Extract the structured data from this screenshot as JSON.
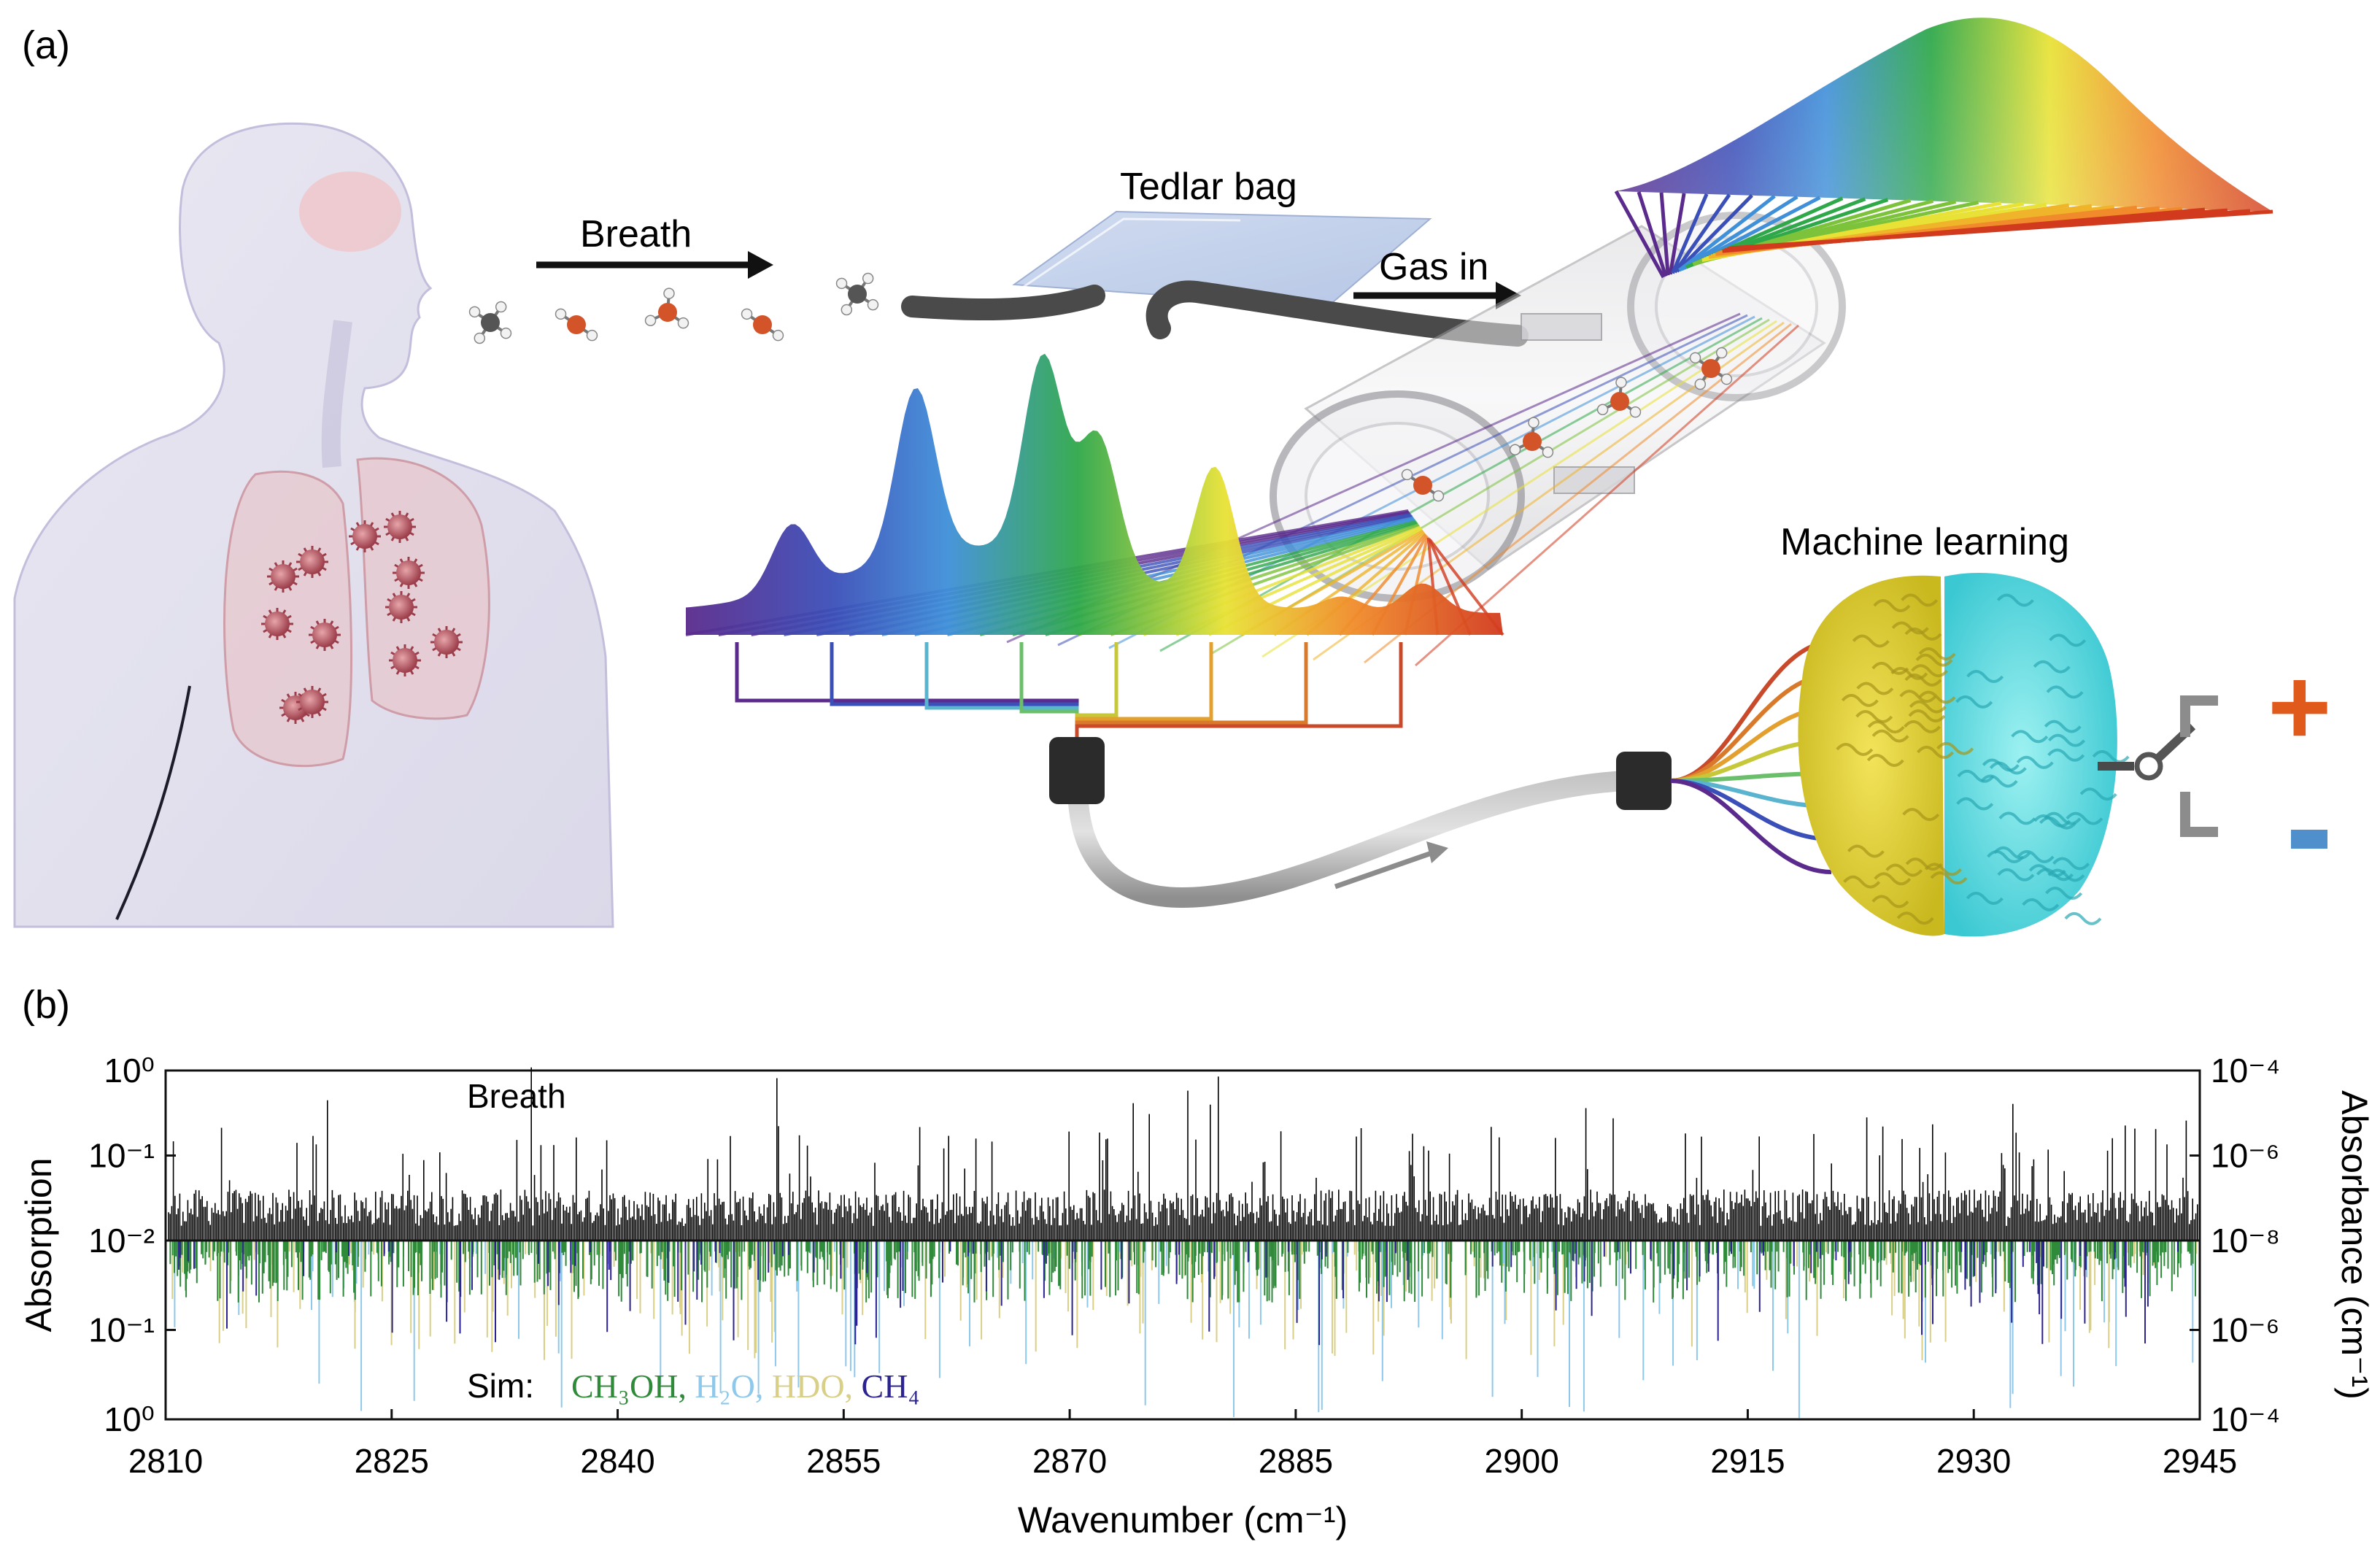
{
  "panel_a": {
    "label": "(a)",
    "breath_arrow_label": "Breath",
    "tedlar_label": "Tedlar bag",
    "gas_in_label": "Gas in",
    "ml_label": "Machine learning",
    "plus_sign": "+",
    "minus_sign": "-"
  },
  "panel_b": {
    "label": "(b)",
    "breath_series_label": "Breath",
    "sim_prefix": "Sim:",
    "sim_species": [
      {
        "name": "CH₃OH,",
        "color": "#2f8a3a"
      },
      {
        "name": "H₂O,",
        "color": "#8ec8ea"
      },
      {
        "name": "HDO,",
        "color": "#d9cf86"
      },
      {
        "name": "CH₄",
        "color": "#2b2391"
      }
    ]
  },
  "chart_data": {
    "type": "line",
    "xlabel": "Wavenumber (cm⁻¹)",
    "ylabel_left": "Absorption",
    "ylabel_right": "Absorbance (cm⁻¹)",
    "xlim": [
      2810,
      2945
    ],
    "x_ticks": [
      "2810",
      "2825",
      "2840",
      "2855",
      "2870",
      "2885",
      "2900",
      "2915",
      "2930",
      "2945"
    ],
    "y_ticks_left": [
      "10⁰",
      "10⁻¹",
      "10⁻²",
      "10⁻¹",
      "10⁰"
    ],
    "y_ticks_right": [
      "10⁻⁴",
      "10⁻⁶",
      "10⁻⁸",
      "10⁻⁶",
      "10⁻⁴"
    ],
    "series": [
      {
        "name": "Breath",
        "color": "#000000"
      },
      {
        "name": "CH₃OH",
        "color": "#2f8a3a"
      },
      {
        "name": "H₂O",
        "color": "#8ec8ea"
      },
      {
        "name": "HDO",
        "color": "#d9cf86"
      },
      {
        "name": "CH₄",
        "color": "#2b2391"
      }
    ]
  }
}
